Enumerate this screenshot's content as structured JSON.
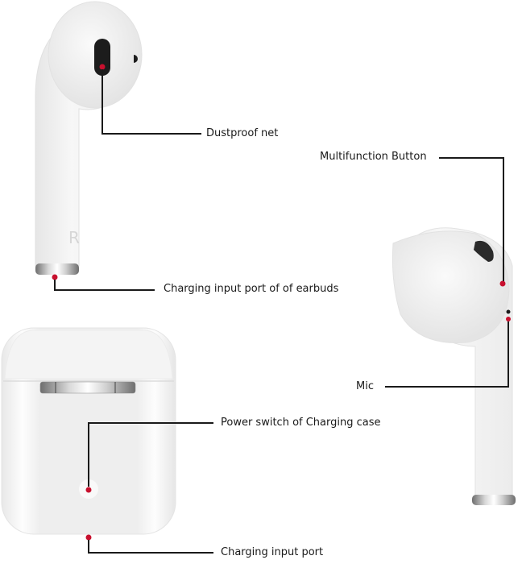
{
  "diagram": {
    "type": "product-callout-diagram",
    "subject": "Wireless earbuds and charging case",
    "accent_color": "#c8102e",
    "line_color": "#1a1a1a",
    "earbud_side_marking": "R",
    "callouts": [
      {
        "id": "dustproof-net",
        "label": "Dustproof net"
      },
      {
        "id": "multifunction-button",
        "label": "Multifunction Button"
      },
      {
        "id": "earbud-charging-port",
        "label": "Charging input port of of earbuds"
      },
      {
        "id": "mic",
        "label": "Mic"
      },
      {
        "id": "case-power-switch",
        "label": "Power switch of Charging case"
      },
      {
        "id": "case-charging-port",
        "label": "Charging input port"
      }
    ]
  }
}
